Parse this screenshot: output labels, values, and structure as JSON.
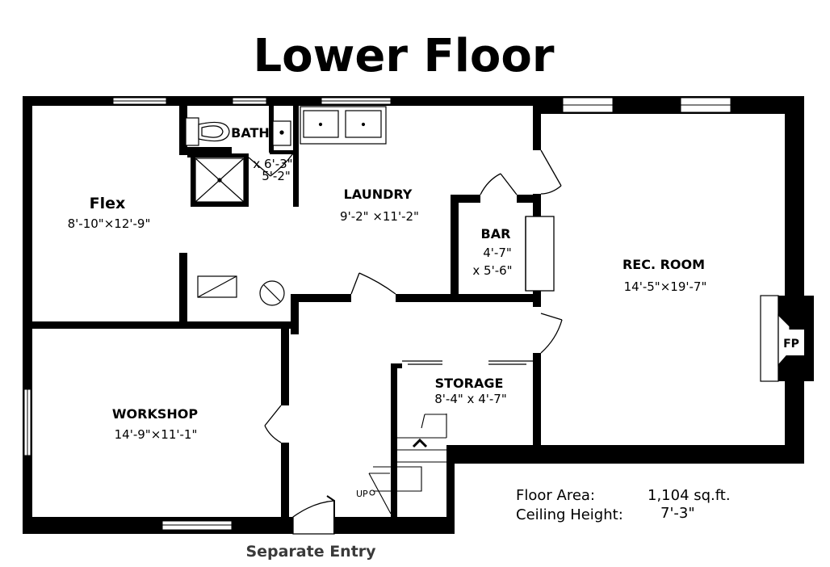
{
  "title": "Lower Floor",
  "rooms": {
    "flex": {
      "name": "Flex",
      "dims": "8'-10\"×12'-9\""
    },
    "bath": {
      "name": "BATH",
      "dim1": "x 6'-3\"",
      "dim2": "5'-2\""
    },
    "laundry": {
      "name": "LAUNDRY",
      "dims": "9'-2\" ×11'-2\""
    },
    "bar": {
      "name": "BAR",
      "dim1": "4'-7\"",
      "dim2": "x 5'-6\""
    },
    "rec_room": {
      "name": "REC. ROOM",
      "dims": "14'-5\"×19'-7\""
    },
    "storage": {
      "name": "STORAGE",
      "dims": "8'-4\"  x  4'-7\""
    },
    "workshop": {
      "name": "WORKSHOP",
      "dims": "14'-9\"×11'-1\""
    }
  },
  "fireplace_label": "FP",
  "stairs_label": "UP",
  "floor_area": {
    "label": "Floor Area:",
    "value": "1,104  sq.ft."
  },
  "ceiling_height": {
    "label": "Ceiling Height:",
    "value": "7'-3\""
  },
  "entry_label": "Separate Entry"
}
